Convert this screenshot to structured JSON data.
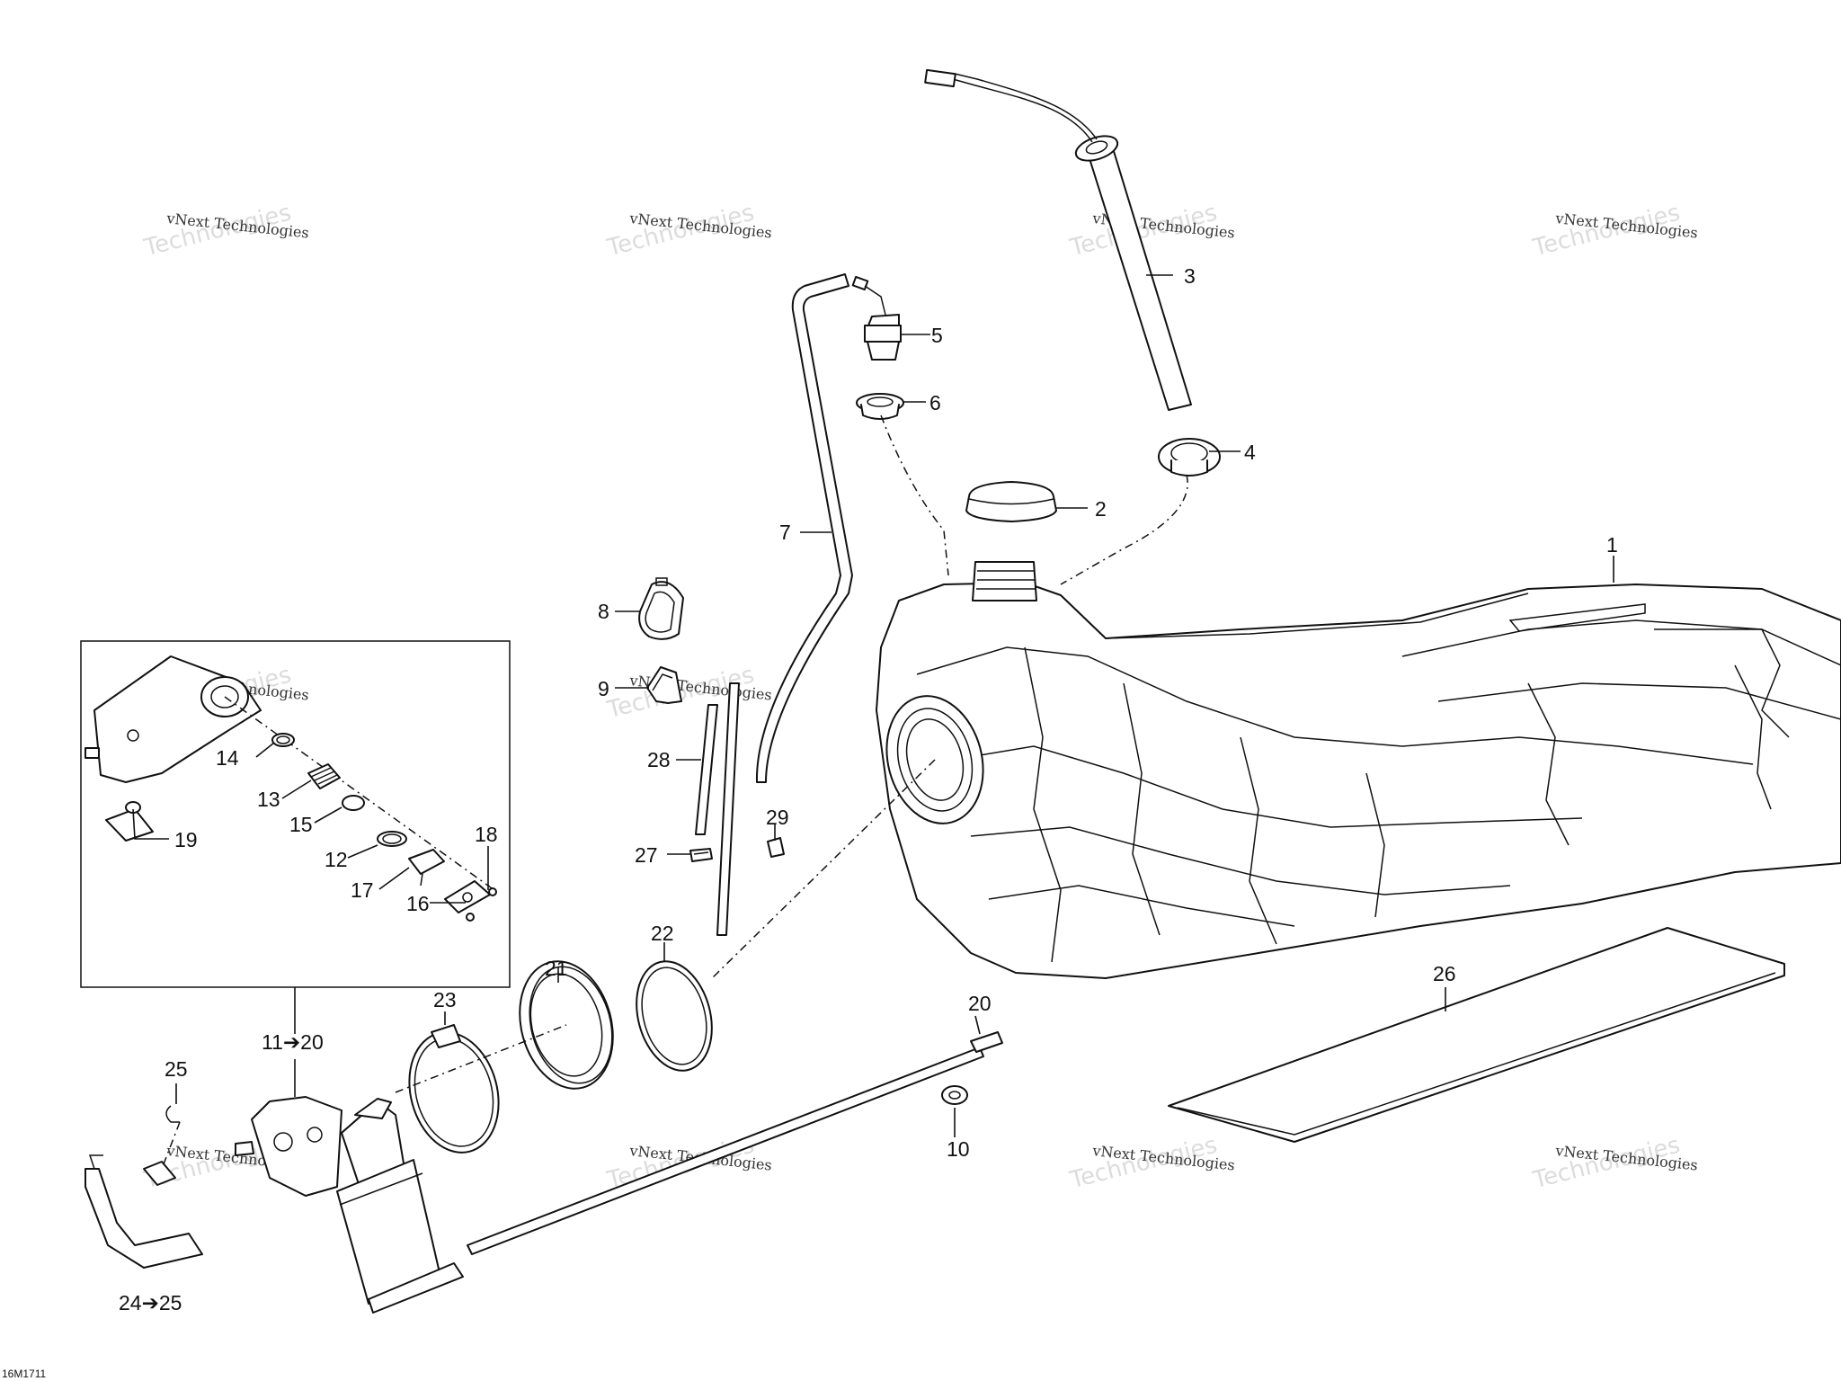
{
  "labels": {
    "l1": "1",
    "l2": "2",
    "l3": "3",
    "l4": "4",
    "l5": "5",
    "l6": "6",
    "l7": "7",
    "l8": "8",
    "l9": "9",
    "l10": "10",
    "l12": "12",
    "l13": "13",
    "l14": "14",
    "l15": "15",
    "l16": "16",
    "l17": "17",
    "l18": "18",
    "l19": "19",
    "l20": "20",
    "l21": "21",
    "l22": "22",
    "l23": "23",
    "l25": "25",
    "l26": "26",
    "l27": "27",
    "l28": "28",
    "l29": "29",
    "l11_20": "11➔20",
    "l24_25": "24➔25"
  },
  "watermark": {
    "line1": "vNext Technologies",
    "line2": "Technologies"
  },
  "drawing_code": "16M1711"
}
